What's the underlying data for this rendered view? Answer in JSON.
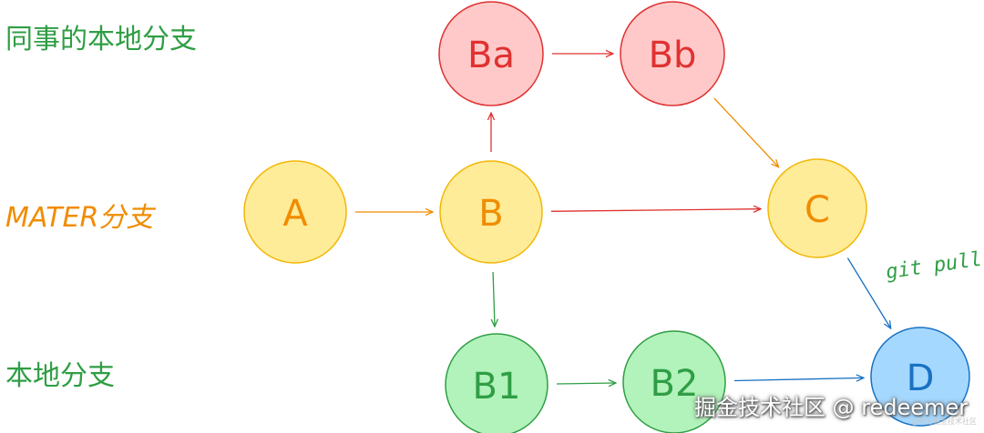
{
  "labels": {
    "coworker_branch": "同事的本地分支",
    "master_branch": "MATER分支",
    "local_branch": "本地分支",
    "git_pull": "git pull"
  },
  "nodes": [
    {
      "id": "A",
      "label": "A",
      "fill": "#ffec99",
      "stroke": "#f2b705",
      "text": "#f08c00"
    },
    {
      "id": "B",
      "label": "B",
      "fill": "#ffec99",
      "stroke": "#f2b705",
      "text": "#f08c00"
    },
    {
      "id": "C",
      "label": "C",
      "fill": "#ffec99",
      "stroke": "#f2b705",
      "text": "#f08c00"
    },
    {
      "id": "Ba",
      "label": "Ba",
      "fill": "#ffc9c9",
      "stroke": "#e03131",
      "text": "#e03131"
    },
    {
      "id": "Bb",
      "label": "Bb",
      "fill": "#ffc9c9",
      "stroke": "#e03131",
      "text": "#e03131"
    },
    {
      "id": "B1",
      "label": "B1",
      "fill": "#b2f2bb",
      "stroke": "#2f9e44",
      "text": "#2f9e44"
    },
    {
      "id": "B2",
      "label": "B2",
      "fill": "#b2f2bb",
      "stroke": "#2f9e44",
      "text": "#2f9e44"
    },
    {
      "id": "D",
      "label": "D",
      "fill": "#a5d8ff",
      "stroke": "#1971c2",
      "text": "#1971c2"
    }
  ],
  "edges": [
    {
      "from": "A",
      "to": "B",
      "color": "#f08c00"
    },
    {
      "from": "B",
      "to": "Ba",
      "color": "#e03131"
    },
    {
      "from": "Ba",
      "to": "Bb",
      "color": "#e03131"
    },
    {
      "from": "Bb",
      "to": "C",
      "color": "#f08c00"
    },
    {
      "from": "B",
      "to": "C",
      "color": "#e03131"
    },
    {
      "from": "B",
      "to": "B1",
      "color": "#2f9e44"
    },
    {
      "from": "B1",
      "to": "B2",
      "color": "#2f9e44"
    },
    {
      "from": "B2",
      "to": "D",
      "color": "#1971c2"
    },
    {
      "from": "C",
      "to": "D",
      "color": "#1971c2"
    }
  ],
  "watermark": "掘金技术社区 @ redeemer",
  "watermark_small": "@稀土掘金技术社区"
}
